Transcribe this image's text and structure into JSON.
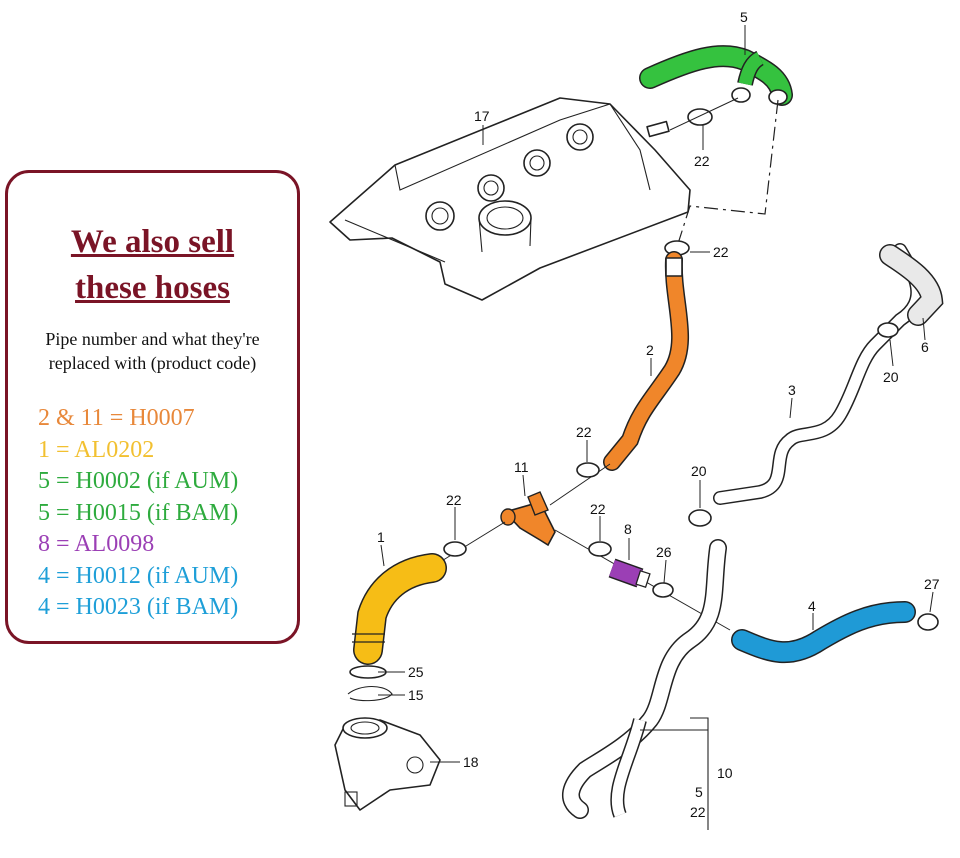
{
  "panel": {
    "title_line1": "We also sell",
    "title_line2": "these hoses",
    "subtitle": "Pipe number and what they're replaced with (product code)",
    "title_color": "#7a1426",
    "codes": [
      {
        "text": "2 & 11 = H0007",
        "color": "#e8883a"
      },
      {
        "text": "1 = AL0202",
        "color": "#f2c030"
      },
      {
        "text": "5 = H0002 (if AUM)",
        "color": "#2eab3e"
      },
      {
        "text": "5 = H0015 (if BAM)",
        "color": "#2eab3e"
      },
      {
        "text": "8 = AL0098",
        "color": "#9b3fb5"
      },
      {
        "text": "4 = H0012 (if AUM)",
        "color": "#1e9fd8"
      },
      {
        "text": "4 = H0023 (if BAM)",
        "color": "#1e9fd8"
      }
    ]
  },
  "callouts": {
    "p1": "1",
    "p2": "2",
    "p3": "3",
    "p4": "4",
    "p5_top": "5",
    "p6": "6",
    "p8": "8",
    "p10": "10",
    "p11": "11",
    "p15": "15",
    "p17": "17",
    "p18": "18",
    "p20_a": "20",
    "p20_b": "20",
    "p22_a": "22",
    "p22_b": "22",
    "p22_c": "22",
    "p22_d": "22",
    "p22_e": "22",
    "p22_f": "22",
    "p25": "25",
    "p26": "26",
    "p27": "27",
    "p5_bottom": "5"
  },
  "hose_colors": {
    "hose_1": "#f6bd16",
    "hose_2": "#f0862a",
    "hose_4": "#1f9ad6",
    "hose_5": "#35c23f",
    "hose_8": "#9b3fb5",
    "hose_11": "#f0862a"
  }
}
